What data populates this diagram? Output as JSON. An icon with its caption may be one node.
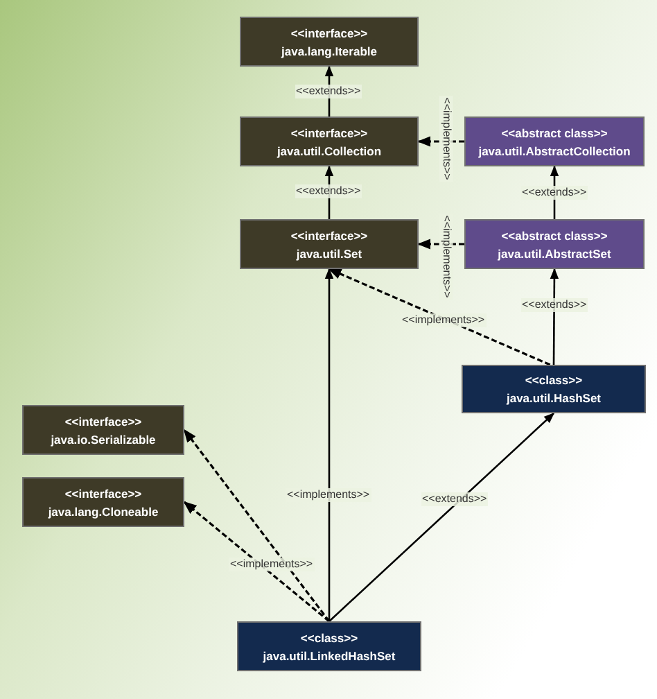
{
  "diagram": {
    "nodes": [
      {
        "text": [
          "<<interface>>",
          "java.lang.Iterable"
        ]
      },
      {
        "text": [
          "<<interface>>",
          "java.util.Collection"
        ]
      },
      {
        "text": [
          "<<abstract class>>",
          "java.util.AbstractCollection"
        ]
      },
      {
        "text": [
          "<<interface>>",
          "java.util.Set"
        ]
      },
      {
        "text": [
          "<<abstract class>>",
          "java.util.AbstractSet"
        ]
      },
      {
        "text": [
          "<<class>>",
          "java.util.HashSet"
        ]
      },
      {
        "text": [
          "<<interface>>",
          "java.io.Serializable"
        ]
      },
      {
        "text": [
          "<<interface>>",
          "java.lang.Cloneable"
        ]
      },
      {
        "text": [
          "<<class>>",
          "java.util.LinkedHashSet"
        ]
      }
    ],
    "edges": [
      {
        "from": 1,
        "to": 0,
        "arrow": "to",
        "label": "<<extends>>"
      },
      {
        "from": 2,
        "to": 1,
        "arrow": "to",
        "label": "<<implements>>",
        "style": "dashed"
      },
      {
        "from": 3,
        "to": 1,
        "arrow": "to",
        "label": "<<extends>>"
      },
      {
        "from": 4,
        "to": 2,
        "arrow": "to",
        "label": "<<extends>>"
      },
      {
        "from": 4,
        "to": 3,
        "arrow": "to",
        "label": "<<implements>>",
        "style": "dashed"
      },
      {
        "from": 5,
        "to": 4,
        "arrow": "to",
        "label": "<<extends>>"
      },
      {
        "from": 5,
        "to": 3,
        "arrow": "to",
        "label": "<<implements>>",
        "style": "dashed"
      },
      {
        "from": 8,
        "to": 3,
        "arrow": "to",
        "label": "<<implements>>"
      },
      {
        "from": 8,
        "to": 5,
        "arrow": "to",
        "label": "<<extends>>"
      },
      {
        "from": 8,
        "to": 6,
        "arrow": "to",
        "style": "dashed"
      },
      {
        "from": 8,
        "to": 7,
        "arrow": "to",
        "label": "<<implements>>",
        "style": "dashed"
      }
    ]
  }
}
